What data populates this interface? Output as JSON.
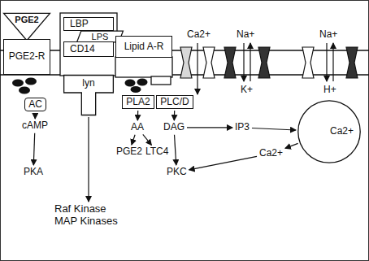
{
  "diagram": {
    "nodes": [
      {
        "text": [
          "PGE2"
        ]
      },
      {
        "text": [
          "PGE2-R"
        ]
      },
      {
        "text": [
          "LBP"
        ]
      },
      {
        "text": [
          "LPS"
        ]
      },
      {
        "text": [
          "CD14"
        ]
      },
      {
        "text": [
          "Lipid A-R"
        ]
      },
      {
        "text": [
          "lyn"
        ]
      },
      {
        "text": [
          "AC"
        ]
      },
      {
        "text": [
          "PLA2"
        ]
      },
      {
        "text": [
          "PLC/D"
        ]
      },
      {
        "text": [
          "cAMP"
        ]
      },
      {
        "text": [
          "AA"
        ]
      },
      {
        "text": [
          "DAG"
        ]
      },
      {
        "text": [
          "IP3"
        ]
      },
      {
        "text": [
          "Ca2+"
        ]
      },
      {
        "text": [
          "PGE2"
        ]
      },
      {
        "text": [
          "LTC4"
        ]
      },
      {
        "text": [
          "Ca2+"
        ]
      },
      {
        "text": [
          "PKC"
        ]
      },
      {
        "text": [
          "PKA"
        ]
      },
      {
        "text": [
          "Raf Kinase MAP Kinases"
        ]
      }
    ],
    "edges": [
      {
        "from": 7,
        "to": 10,
        "arrow": "to"
      },
      {
        "from": 10,
        "to": 19,
        "arrow": "to"
      },
      {
        "from": 6,
        "to": 20,
        "arrow": "to"
      },
      {
        "from": 8,
        "to": 11,
        "arrow": "to"
      },
      {
        "from": 11,
        "to": 15,
        "arrow": "to"
      },
      {
        "from": 11,
        "to": 16,
        "arrow": "to"
      },
      {
        "from": 9,
        "to": 12,
        "arrow": "to"
      },
      {
        "from": 12,
        "to": 13,
        "arrow": "to"
      },
      {
        "from": 12,
        "to": 18,
        "arrow": "to"
      },
      {
        "from": 13,
        "to": 14,
        "arrow": "to"
      },
      {
        "from": 14,
        "to": 17,
        "arrow": "to"
      },
      {
        "from": 17,
        "to": 18,
        "arrow": "to"
      }
    ],
    "labels": [
      "Ca2+",
      "Na+",
      "K+",
      "Na+",
      "H+"
    ]
  }
}
